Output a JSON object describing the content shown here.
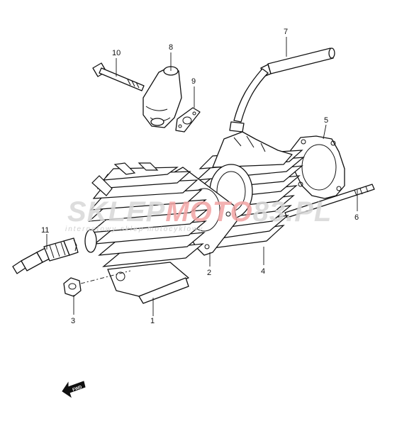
{
  "callouts": {
    "c1": "1",
    "c2": "2",
    "c3": "3",
    "c4": "4",
    "c5": "5",
    "c6": "6",
    "c7": "7",
    "c8": "8",
    "c9": "9",
    "c10": "10",
    "c11": "11"
  },
  "watermark": {
    "part1": "SKLEP",
    "part2": "MOTO",
    "part3": "83",
    "part4": ".PL",
    "subtitle": "internetowy sklep motocyklowy"
  },
  "fwd_badge": "FWD",
  "colors": {
    "line": "#111111",
    "watermark_gray": "#d8d8d8",
    "watermark_red": "#f2a4a4"
  }
}
